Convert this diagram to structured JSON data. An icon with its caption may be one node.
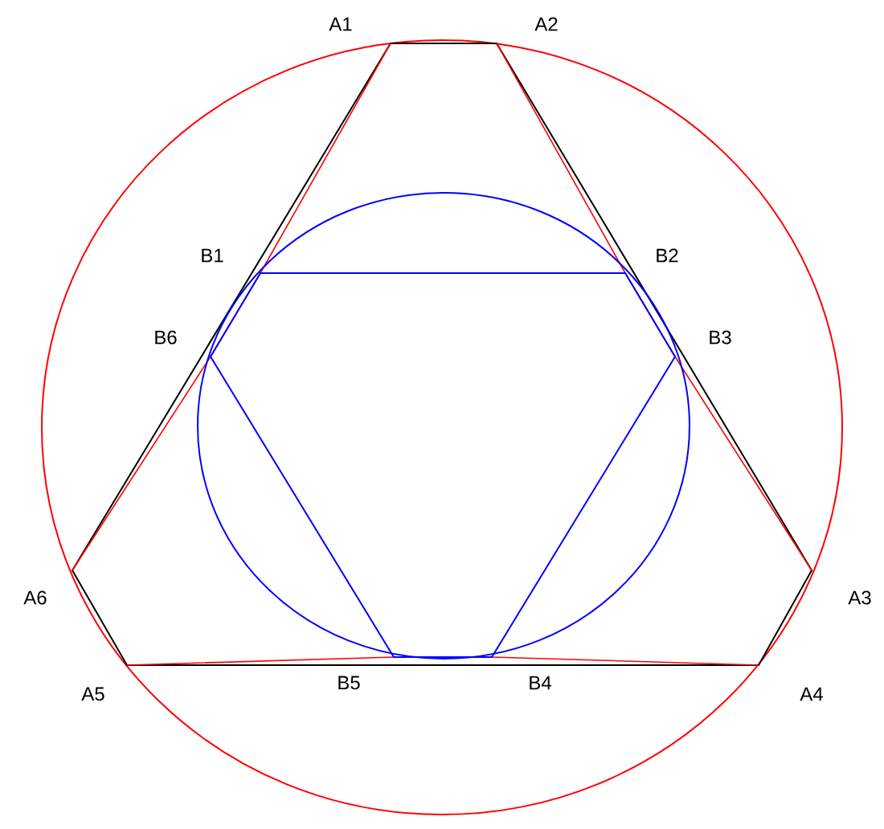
{
  "diagram": {
    "labels": [
      "A1",
      "A2",
      "B1",
      "B2",
      "B6",
      "B3",
      "A6",
      "A3",
      "A5",
      "B5",
      "B4",
      "A4"
    ]
  }
}
